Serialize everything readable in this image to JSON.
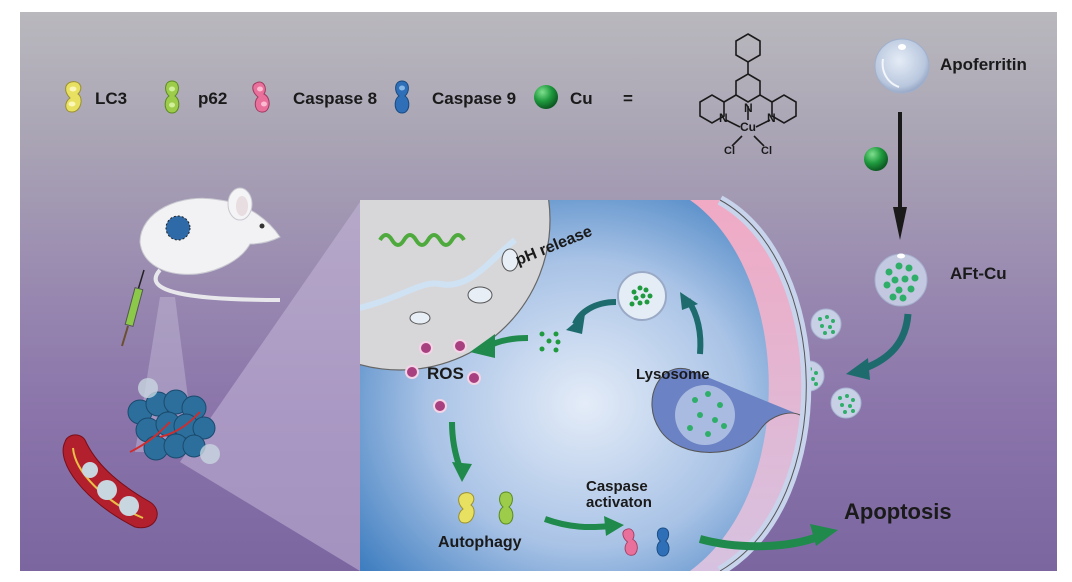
{
  "legend": {
    "items": [
      {
        "label": "LC3",
        "icon": "lc3-protein-icon",
        "color": "#e8e060"
      },
      {
        "label": "p62",
        "icon": "p62-protein-icon",
        "color": "#9ccc4a"
      },
      {
        "label": "Caspase 8",
        "icon": "caspase8-protein-icon",
        "color": "#e8709a"
      },
      {
        "label": "Caspase 9",
        "icon": "caspase9-protein-icon",
        "color": "#2e6fb8"
      },
      {
        "label": "Cu",
        "icon": "copper-complex-icon",
        "color": "#1f9a3e"
      }
    ],
    "equals": "="
  },
  "structure": {
    "center_atom": "Cu",
    "nitrogen": "N",
    "chloride": "Cl"
  },
  "synthesis": {
    "apoferritin_label": "Apoferritin",
    "product_label": "AFt-Cu"
  },
  "cell": {
    "ph_release": "pH release",
    "ros": "ROS",
    "lysosome": "Lysosome",
    "autophagy": "Autophagy",
    "caspase_activation": "Caspase\nactivaton",
    "caspase_line1": "Caspase",
    "caspase_line2": "activaton"
  },
  "outcome": {
    "apoptosis": "Apoptosis"
  },
  "colors": {
    "arrow_green": "#1f8a4c",
    "arrow_teal": "#1e6b6e",
    "ros": "#a8407f",
    "cu_dot": "#2aa052",
    "cell_blue": "#5b8fc8",
    "membrane_pink": "#e9b6cf"
  }
}
